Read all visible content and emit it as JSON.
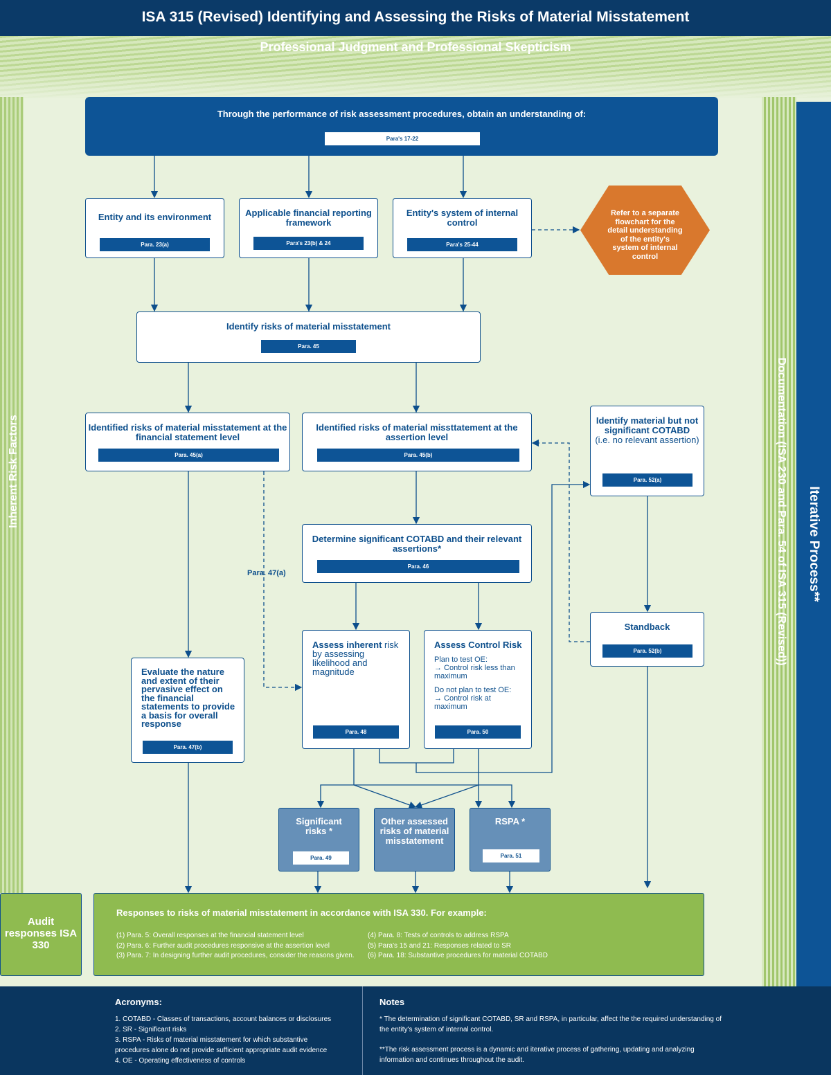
{
  "title": "ISA 315 (Revised) Identifying and Assessing the Risks of Material Misstatement",
  "subtitle": "Professional Judgment and Professional Skepticism",
  "side_left": "Inherent Risk Factors",
  "side_right_doc": "Documentation (ISA 230 and Para. 54 of ISA 315 (Revised))",
  "side_right_iter": "Iterative Process**",
  "top_box": {
    "text": "Through the performance of risk assessment procedures, obtain an understanding of:",
    "para": "Para's 17-22"
  },
  "understanding": [
    {
      "title": "Entity and its environment",
      "para": "Para. 23(a)"
    },
    {
      "title": "Applicable financial reporting framework",
      "para": "Para's 23(b) & 24"
    },
    {
      "title": "Entity's system of internal control",
      "para": "Para's 25-44"
    }
  ],
  "hexagon": "Refer to a separate flowchart for the detail understanding of the entity's system of internal control",
  "identify": {
    "title": "Identify risks of material misstatement",
    "para": "Para. 45"
  },
  "fs_level": {
    "title": "Identified risks of material misstatement at the financial statement level",
    "para": "Para. 45(a)"
  },
  "assertion_level": {
    "title": "Identified risks of material missttatement at the assertion level",
    "para": "Para. 45(b)"
  },
  "not_significant": {
    "title": "Identify material but not significant COTABD",
    "sub": "(i.e. no relevant assertion)",
    "para": "Para. 52(a)"
  },
  "determine": {
    "title": "Determine significant COTABD and their relevant assertions*",
    "para": "Para. 46"
  },
  "para47a": "Para. 47(a)",
  "evaluate": {
    "bold": "Evaluate",
    "text": " the nature and extent of their pervasive effect on the financial statements to provide a basis for overall response",
    "para": "Para. 47(b)"
  },
  "inherent": {
    "bold": "Assess inherent",
    "text": " risk by assessing likelihood and magnitude",
    "para": "Para. 48"
  },
  "control": {
    "title": "Assess Control Risk",
    "l1": "Plan to test OE:",
    "l2": "→ Control risk less than maximum",
    "l3": "Do not plan to test OE:",
    "l4": "→ Control risk at maximum",
    "para": "Para. 50"
  },
  "standback": {
    "title": "Standback",
    "para": "Para. 52(b)"
  },
  "significant": {
    "title": "Significant risks *",
    "para": "Para. 49"
  },
  "other": {
    "title": "Other assessed risks of material misstatement"
  },
  "rspa": {
    "title": "RSPA *",
    "para": "Para. 51"
  },
  "audit_label": "Audit responses ISA 330",
  "responses": {
    "title": "Responses to risks of material misstatement in accordance with ISA 330. For example:",
    "items": [
      "(1) Para. 5: Overall responses at the financial statement level",
      "(2) Para. 6: Further audit procedures responsive at the assertion level",
      "(3) Para. 7: In designing further audit procedures, consider the reasons given.",
      "(4) Para. 8: Tests of controls to address RSPA",
      "(5) Para's 15 and 21: Responses related to SR",
      "(6) Para. 18: Substantive procedures for material COTABD"
    ]
  },
  "acronyms": {
    "title": "Acronyms:",
    "items": [
      "1. COTABD - Classes of transactions, account balances or disclosures",
      "2. SR - Significant risks",
      "3. RSPA - Risks of material misstatement for which substantive procedures alone do not provide sufficient appropriate audit evidence",
      "4. OE - Operating effectiveness of controls"
    ]
  },
  "notes": {
    "title": "Notes",
    "items": [
      "* The determination of significant COTABD, SR and RSPA, in particular, affect the the required understanding of the entity's system of internal control.",
      "**The risk assessment process is a dynamic and iterative process of gathering, updating and analyzing information and continues throughout the audit."
    ]
  },
  "colors": {
    "navy": "#0b3a68",
    "blue": "#0d5496",
    "green": "#8fbb50",
    "orange": "#d9782d",
    "steel": "#6690b8"
  }
}
